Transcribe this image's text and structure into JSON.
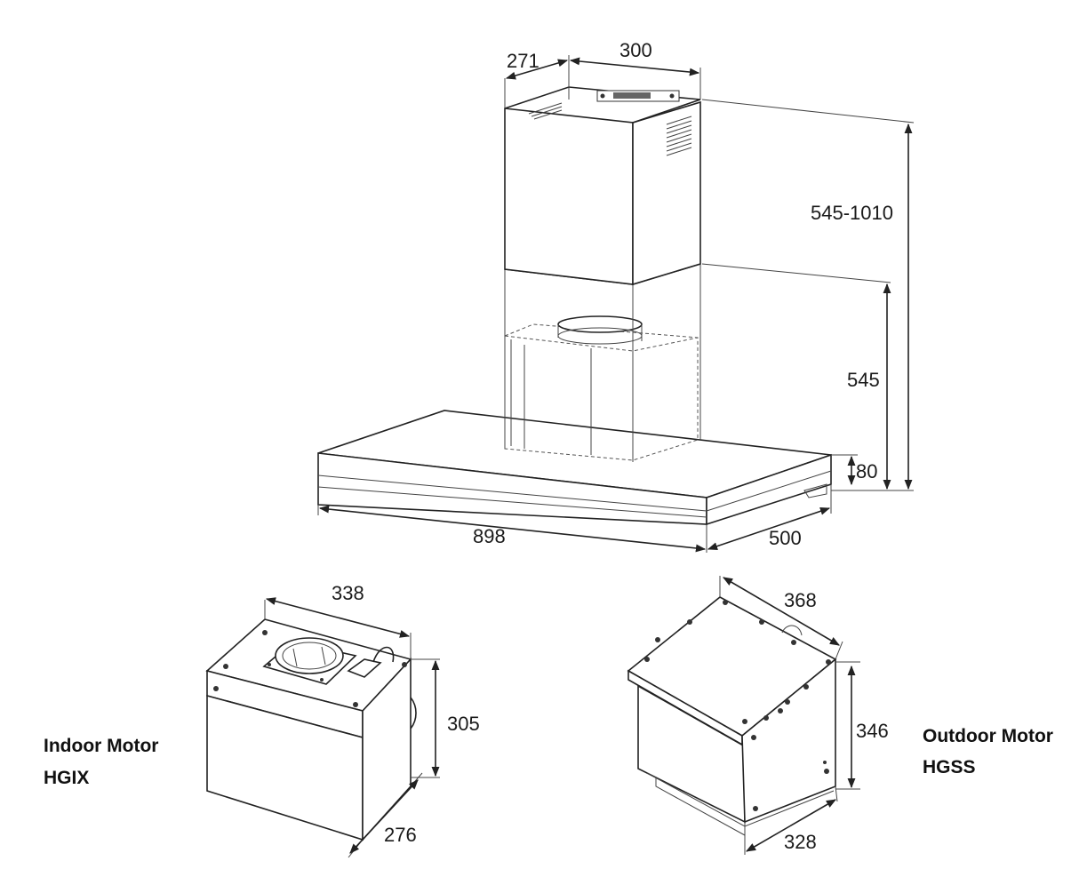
{
  "hood": {
    "chimney_width": "300",
    "chimney_depth": "271",
    "total_height": "545-1010",
    "lower_height": "545",
    "canopy_thickness": "80",
    "canopy_width": "898",
    "canopy_depth": "500"
  },
  "indoor_motor": {
    "label_line1": "Indoor Motor",
    "label_line2": "HGIX",
    "width": "338",
    "height": "305",
    "depth": "276"
  },
  "outdoor_motor": {
    "label_line1": "Outdoor Motor",
    "label_line2": "HGSS",
    "width": "368",
    "height": "346",
    "depth": "328"
  },
  "colors": {
    "line": "#222222",
    "text": "#1a1a1a",
    "background": "#ffffff"
  }
}
